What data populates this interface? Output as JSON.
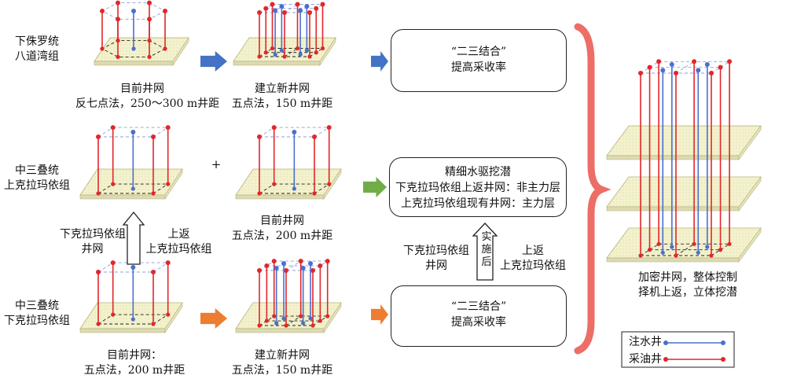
{
  "rows": [
    {
      "label_l1": "下侏罗统",
      "label_l2": "八道湾组"
    },
    {
      "label_l1": "中三叠统",
      "label_l2": "上克拉玛依组"
    },
    {
      "label_l1": "中三叠统",
      "label_l2": "下克拉玛依组"
    }
  ],
  "captions": {
    "r1_current_l1": "目前井网",
    "r1_current_l2": "反七点法，250～300 m井距",
    "r1_new_l1": "建立新井网",
    "r1_new_l2": "五点法，150 m井距",
    "r2_current_l1": "目前井网",
    "r2_current_l2": "五点法，200 m井距",
    "r3_current_l1": "目前井网：",
    "r3_current_l2": "五点法，200 m井距",
    "r3_new_l1": "建立新井网",
    "r3_new_l2": "五点法，150 m井距"
  },
  "plus": "+",
  "arrow_left": {
    "l1": "下克拉玛依组",
    "l2": "井网",
    "r1": "上返",
    "r2": "上克拉玛依组"
  },
  "arrow_mid": {
    "l1": "下克拉玛依组",
    "l2": "井网",
    "v1": "实",
    "v2": "施",
    "v3": "后",
    "r1": "上返",
    "r2": "上克拉玛依组"
  },
  "boxes": {
    "top_l1": "“二三结合”",
    "top_l2": "提高采收率",
    "mid_l1": "精细水驱挖潜",
    "mid_l2": "下克拉玛依组上返井网：非主力层",
    "mid_l3": "上克拉玛依组现有井网：主力层",
    "bot_l1": "“二三结合”",
    "bot_l2": "提高采收率"
  },
  "right_caption": {
    "l1": "加密井网，整体控制",
    "l2": "择机上返，立体挖潜"
  },
  "legend": {
    "injector": "注水井",
    "producer": "采油井",
    "injector_color": "#4a6fcf",
    "producer_color": "#e3262b"
  },
  "colors": {
    "blue_arrow": "#4472c4",
    "green_arrow": "#70ad47",
    "orange_arrow": "#ed7d31",
    "brace": "#ec6e67",
    "plate": "#f3f2cd"
  }
}
